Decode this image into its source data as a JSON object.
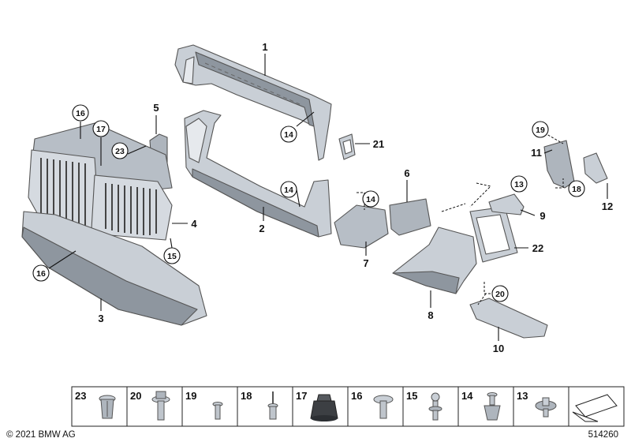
{
  "callouts": {
    "c1": "1",
    "c2": "2",
    "c3": "3",
    "c4": "4",
    "c5": "5",
    "c6": "6",
    "c7": "7",
    "c8": "8",
    "c9": "9",
    "c10": "10",
    "c11": "11",
    "c12": "12",
    "c21": "21",
    "c22": "22"
  },
  "circled": {
    "k16a": "16",
    "k17": "17",
    "k23": "23",
    "k15": "15",
    "k16b": "16",
    "k14a": "14",
    "k14b": "14",
    "k14c": "14",
    "k13": "13",
    "k19": "19",
    "k18": "18",
    "k20": "20"
  },
  "fasteners": [
    {
      "number": "23",
      "icon": "expanding-rivet-icon"
    },
    {
      "number": "20",
      "icon": "flange-bolt-icon"
    },
    {
      "number": "19",
      "icon": "push-rivet-icon"
    },
    {
      "number": "18",
      "icon": "blind-rivet-icon"
    },
    {
      "number": "17",
      "icon": "rubber-mount-icon"
    },
    {
      "number": "16",
      "icon": "washer-screw-icon"
    },
    {
      "number": "15",
      "icon": "ball-stud-icon"
    },
    {
      "number": "14",
      "icon": "clip-screw-icon"
    },
    {
      "number": "13",
      "icon": "spreader-nut-icon"
    },
    {
      "number": "",
      "icon": "arrow-symbol-icon"
    }
  ],
  "footer": {
    "copyright": "© 2021 BMW AG",
    "diagram_number": "514260"
  },
  "colors": {
    "part_fill": "#c9cfd6",
    "part_dark": "#8e969f",
    "part_light": "#e6e9ed",
    "line": "#111111"
  }
}
